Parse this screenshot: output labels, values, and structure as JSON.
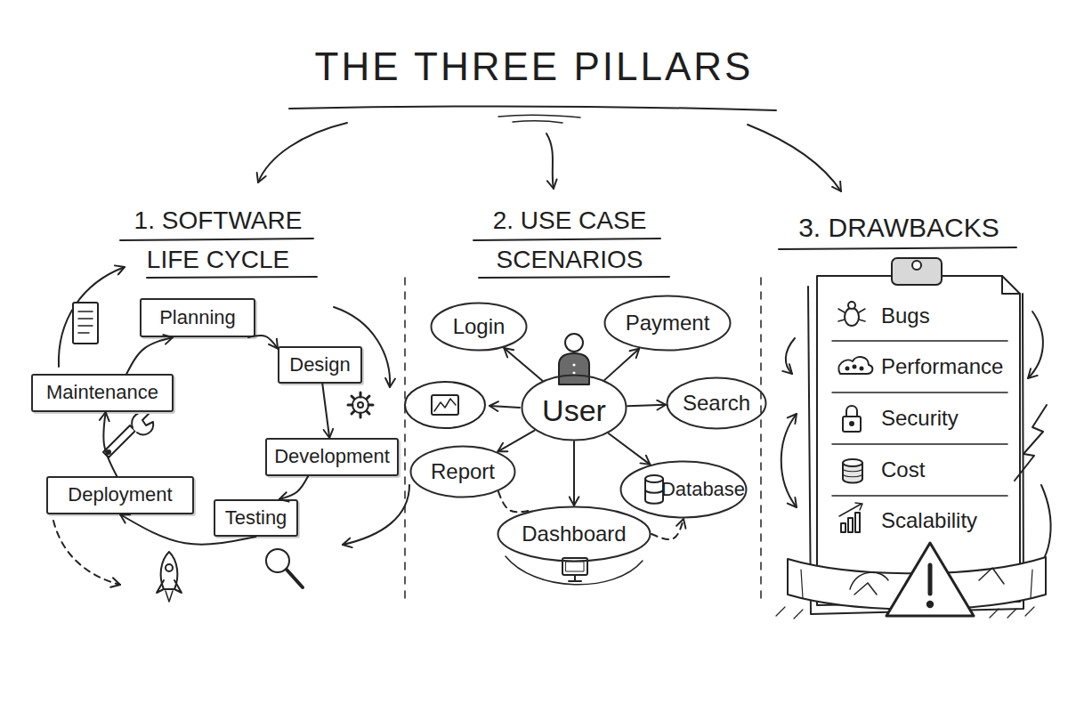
{
  "diagram": {
    "title": "THE THREE PILLARS",
    "nodes": [
      {
        "text": [
          "Planning"
        ]
      },
      {
        "text": [
          "Design"
        ]
      },
      {
        "text": [
          "Development"
        ]
      },
      {
        "text": [
          "Testing"
        ]
      },
      {
        "text": [
          "Deployment"
        ]
      },
      {
        "text": [
          "Maintenance"
        ]
      },
      {
        "text": [
          "Login"
        ]
      },
      {
        "text": [
          "Payment"
        ]
      },
      {
        "text": [
          "User"
        ]
      },
      {
        "text": [
          "Search"
        ]
      },
      {
        "text": [
          "Report"
        ]
      },
      {
        "text": [
          "Database"
        ]
      },
      {
        "text": [
          "Dashboard"
        ]
      }
    ],
    "edges": [
      {
        "from": 0,
        "to": 1,
        "arrow": "to"
      },
      {
        "from": 1,
        "to": 2,
        "arrow": "to"
      },
      {
        "from": 2,
        "to": 3,
        "arrow": "to"
      },
      {
        "from": 3,
        "to": 4,
        "arrow": "to"
      },
      {
        "from": 4,
        "to": 5,
        "arrow": "to"
      },
      {
        "from": 5,
        "to": 0,
        "arrow": "to"
      },
      {
        "from": 8,
        "to": 6,
        "arrow": "to"
      },
      {
        "from": 8,
        "to": 7,
        "arrow": "to"
      },
      {
        "from": 8,
        "to": 9,
        "arrow": "to"
      },
      {
        "from": 8,
        "to": 11,
        "arrow": "to"
      },
      {
        "from": 8,
        "to": 12,
        "arrow": "to"
      },
      {
        "from": 8,
        "to": 10,
        "arrow": "to"
      },
      {
        "from": 10,
        "to": 12,
        "arrow": "none"
      },
      {
        "from": 12,
        "to": 11,
        "arrow": "to"
      }
    ],
    "labels": [
      "1. SOFTWARE LIFE CYCLE",
      "2. USE CASE SCENARIOS",
      "3. DRAWBACKS",
      "Bugs",
      "Performance",
      "Security",
      "Cost",
      "Scalability"
    ]
  }
}
